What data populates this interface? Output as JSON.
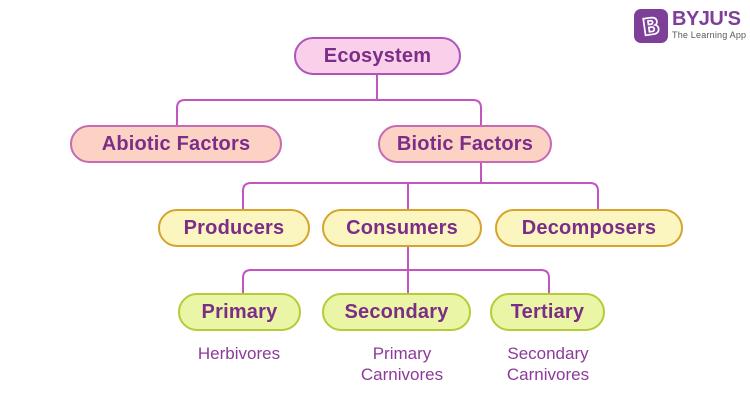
{
  "brand": {
    "name": "BYJU'S",
    "tagline": "The Learning App",
    "badge_letter": "B"
  },
  "colors": {
    "connector": "#c355c0",
    "node_text": "#7b2d88",
    "sublabel_text": "#8d3a9a",
    "pink_fill": "#f9cfe9",
    "pink_border": "#b054bb",
    "salmon_fill": "#fcd2c5",
    "salmon_border": "#c76ab4",
    "yellow_fill": "#fbf6bf",
    "yellow_border": "#d6a42a",
    "green_fill": "#eaf6a5",
    "green_border": "#b7cb38",
    "brand_purple": "#7e3f98",
    "brand_tagline": "#58595b"
  },
  "diagram": {
    "root": {
      "label": "Ecosystem"
    },
    "level2": [
      {
        "label": "Abiotic Factors"
      },
      {
        "label": "Biotic Factors"
      }
    ],
    "level3": [
      {
        "label": "Producers"
      },
      {
        "label": "Consumers"
      },
      {
        "label": "Decomposers"
      }
    ],
    "level4": [
      {
        "label": "Primary",
        "sublabel": "Herbivores"
      },
      {
        "label": "Secondary",
        "sublabel": "Primary Carnivores"
      },
      {
        "label": "Tertiary",
        "sublabel": "Secondary Carnivores"
      }
    ]
  }
}
